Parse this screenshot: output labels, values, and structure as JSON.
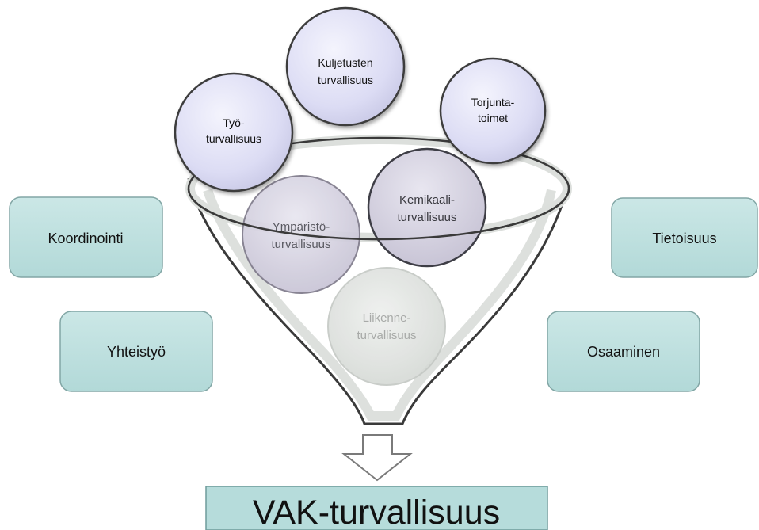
{
  "funnel_input_circles": [
    {
      "name": "kuljetusten",
      "lines": [
        "Kuljetusten",
        "turvallisuus"
      ]
    },
    {
      "name": "tyo",
      "lines": [
        "Työ-",
        "turvallisuus"
      ]
    },
    {
      "name": "torjunta",
      "lines": [
        "Torjunta-",
        "toimet"
      ]
    }
  ],
  "funnel_inner_circles": [
    {
      "name": "kemikaali",
      "lines": [
        "Kemikaali-",
        "turvallisuus"
      ]
    },
    {
      "name": "ymparisto",
      "lines": [
        "Ympäristö-",
        "turvallisuus"
      ]
    },
    {
      "name": "liikenne",
      "lines": [
        "Liikenne-",
        "turvallisuus"
      ]
    }
  ],
  "side_boxes": {
    "koordinointi": "Koordinointi",
    "yhteistyo": "Yhteistyö",
    "tietoisuus": "Tietoisuus",
    "osaaminen": "Osaaminen"
  },
  "result_label": "VAK-turvallisuus",
  "colors": {
    "circle_fill": "#e2e2f6",
    "circle_stroke": "#3c3c3c",
    "box_fill": "#bfe0df",
    "box_stroke": "#7aa09f",
    "result_fill": "#b8dedd",
    "result_stroke": "#6e9c9b"
  }
}
